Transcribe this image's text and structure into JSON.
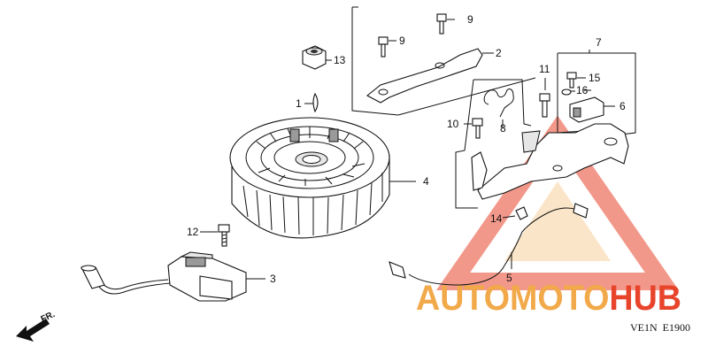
{
  "diagram_code": "VE1N  E1900",
  "direction_label": "FR.",
  "watermark": {
    "text_orange": "AUTOMOTO",
    "text_red": "HUB",
    "color_orange": "#f2a94a",
    "color_red": "#e8442c"
  },
  "parts": [
    {
      "number": "1",
      "name": "key"
    },
    {
      "number": "2",
      "name": "bracket"
    },
    {
      "number": "3",
      "name": "ignition-coil"
    },
    {
      "number": "4",
      "name": "flywheel"
    },
    {
      "number": "5",
      "name": "stop-wire"
    },
    {
      "number": "6",
      "name": "stop-switch"
    },
    {
      "number": "7",
      "name": "brake-assembly"
    },
    {
      "number": "8",
      "name": "spring"
    },
    {
      "number": "9",
      "name": "bolt"
    },
    {
      "number": "9",
      "name": "bolt"
    },
    {
      "number": "10",
      "name": "bolt"
    },
    {
      "number": "11",
      "name": "bolt"
    },
    {
      "number": "12",
      "name": "bolt"
    },
    {
      "number": "13",
      "name": "nut"
    },
    {
      "number": "14",
      "name": "clip"
    },
    {
      "number": "15",
      "name": "screw"
    },
    {
      "number": "16",
      "name": "washer"
    }
  ]
}
